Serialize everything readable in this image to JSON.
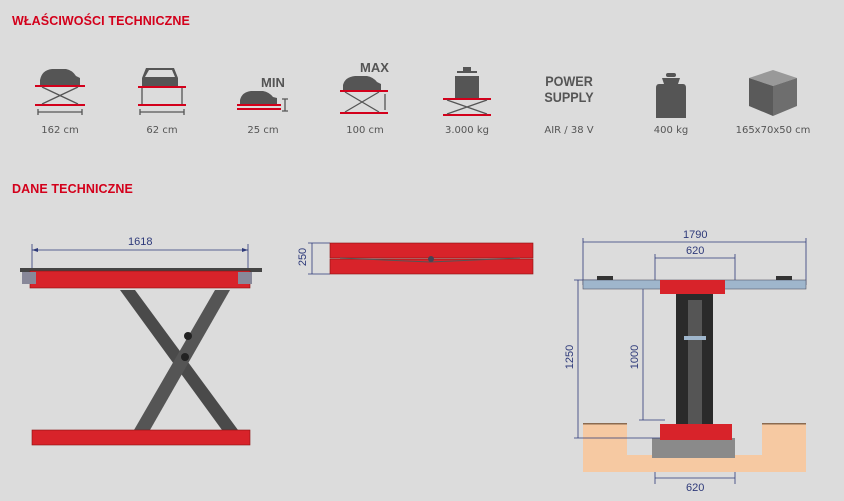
{
  "section1_title": "WŁAŚCIWOŚCI TECHNICZNE",
  "section2_title": "DANE TECHNICZNE",
  "features": [
    {
      "icon": "lift-length-icon",
      "value": "162 cm"
    },
    {
      "icon": "lift-width-icon",
      "value": "62 cm"
    },
    {
      "icon": "min-height-icon",
      "label": "MIN",
      "value": "25 cm"
    },
    {
      "icon": "max-height-icon",
      "label": "MAX",
      "value": "100 cm"
    },
    {
      "icon": "capacity-weight-icon",
      "value": "3.000 kg"
    },
    {
      "icon": "power-supply-icon",
      "label_line1": "POWER",
      "label_line2": "SUPPLY",
      "value": "AIR / 38 V"
    },
    {
      "icon": "weight-icon",
      "value": "400 kg"
    },
    {
      "icon": "dimensions-box-icon",
      "value": "165x70x50 cm"
    }
  ],
  "drawings": {
    "side_length": "1618",
    "folded_height": "250",
    "front_width": "1790",
    "platform_width": "620",
    "max_height": "1250",
    "lift_height": "1000",
    "base_width": "620"
  },
  "colors": {
    "accent": "#d3001b",
    "icon": "#555555",
    "dim": "#2e3a7a",
    "red": "#d8232a",
    "ground": "#f6c9a2"
  }
}
